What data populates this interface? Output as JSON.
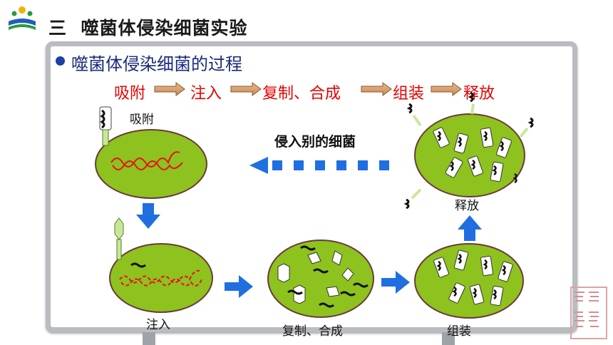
{
  "header": {
    "section_number": "三",
    "title": "噬菌体侵染细菌实验"
  },
  "board": {
    "subtitle": "噬菌体侵染细菌的过程",
    "steps": [
      "吸附",
      "注入",
      "复制、合成",
      "组装",
      "释放"
    ],
    "invade_label": "侵入别的细菌",
    "cells": {
      "adsorb": "吸附",
      "inject": "注入",
      "replicate": "复制、合成",
      "assemble": "组装",
      "release": "释放"
    }
  },
  "colors": {
    "cell_fill": "#8ec21e",
    "cell_border": "#6b3a3a",
    "dna": "#e8111b",
    "arrow_blue": "#1f6fe0",
    "step_text": "#e60000"
  },
  "icons": [
    "education-logo-icon",
    "process-arrow-icon",
    "bacteriophage-icon",
    "seal-stamp-icon"
  ]
}
